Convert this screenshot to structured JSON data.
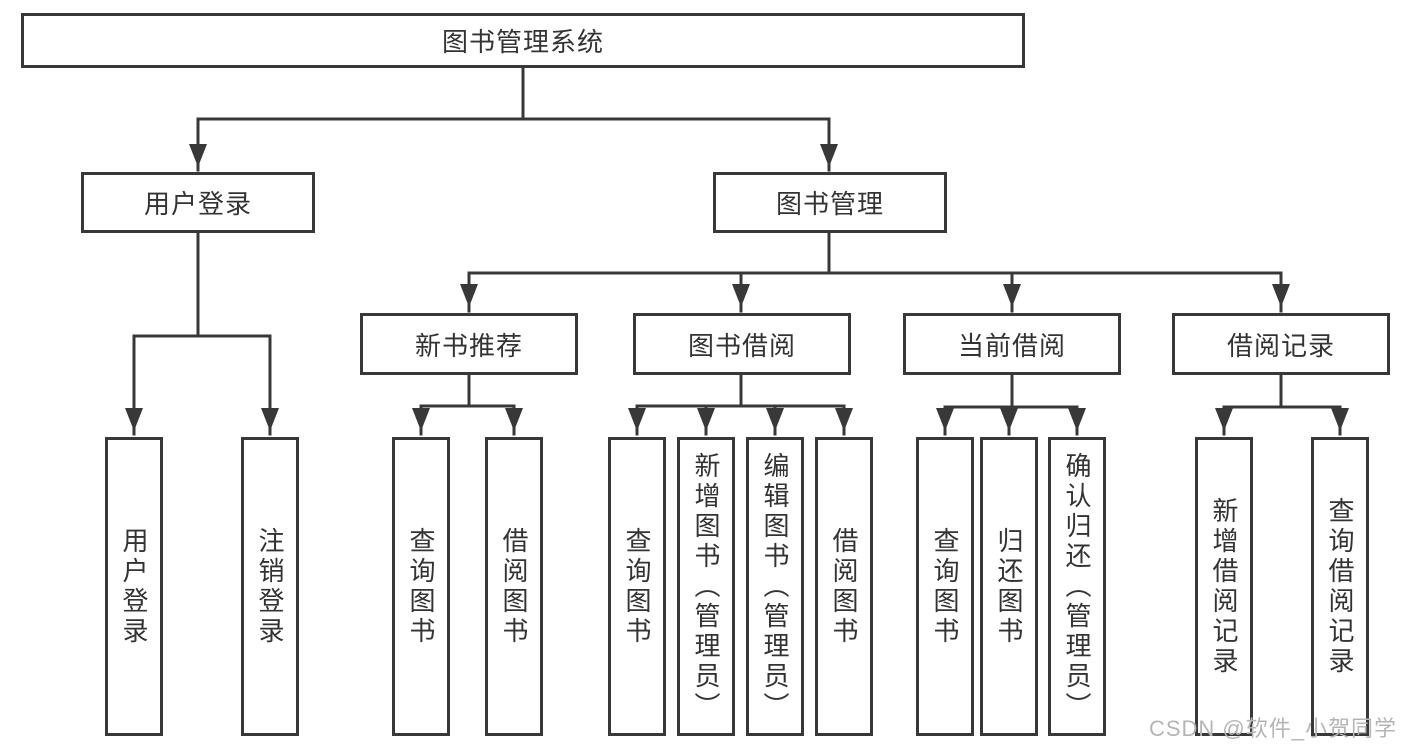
{
  "diagram": {
    "root": "图书管理系统",
    "level2": [
      "用户登录",
      "图书管理"
    ],
    "level3": [
      "新书推荐",
      "图书借阅",
      "当前借阅",
      "借阅记录"
    ],
    "leaves": [
      "用户登录",
      "注销登录",
      "查询图书",
      "借阅图书",
      "查询图书",
      "新增图书（管理员）",
      "编辑图书（管理员）",
      "借阅图书",
      "查询图书",
      "归还图书",
      "确认归还（管理员）",
      "新增借阅记录",
      "查询借阅记录"
    ],
    "hierarchy": {
      "图书管理系统": [
        "用户登录",
        "图书管理"
      ],
      "用户登录": [
        "用户登录",
        "注销登录"
      ],
      "图书管理": [
        "新书推荐",
        "图书借阅",
        "当前借阅",
        "借阅记录"
      ],
      "新书推荐": [
        "查询图书",
        "借阅图书"
      ],
      "图书借阅": [
        "查询图书",
        "新增图书（管理员）",
        "编辑图书（管理员）",
        "借阅图书"
      ],
      "当前借阅": [
        "查询图书",
        "归还图书",
        "确认归还（管理员）"
      ],
      "借阅记录": [
        "新增借阅记录",
        "查询借阅记录"
      ]
    }
  },
  "watermark": {
    "text": "CSDN @软件_小贺同学"
  },
  "colors": {
    "line": "#383838",
    "box_border": "#383838",
    "text": "#333333",
    "watermark": "#b5b5b5",
    "background": "#ffffff"
  }
}
